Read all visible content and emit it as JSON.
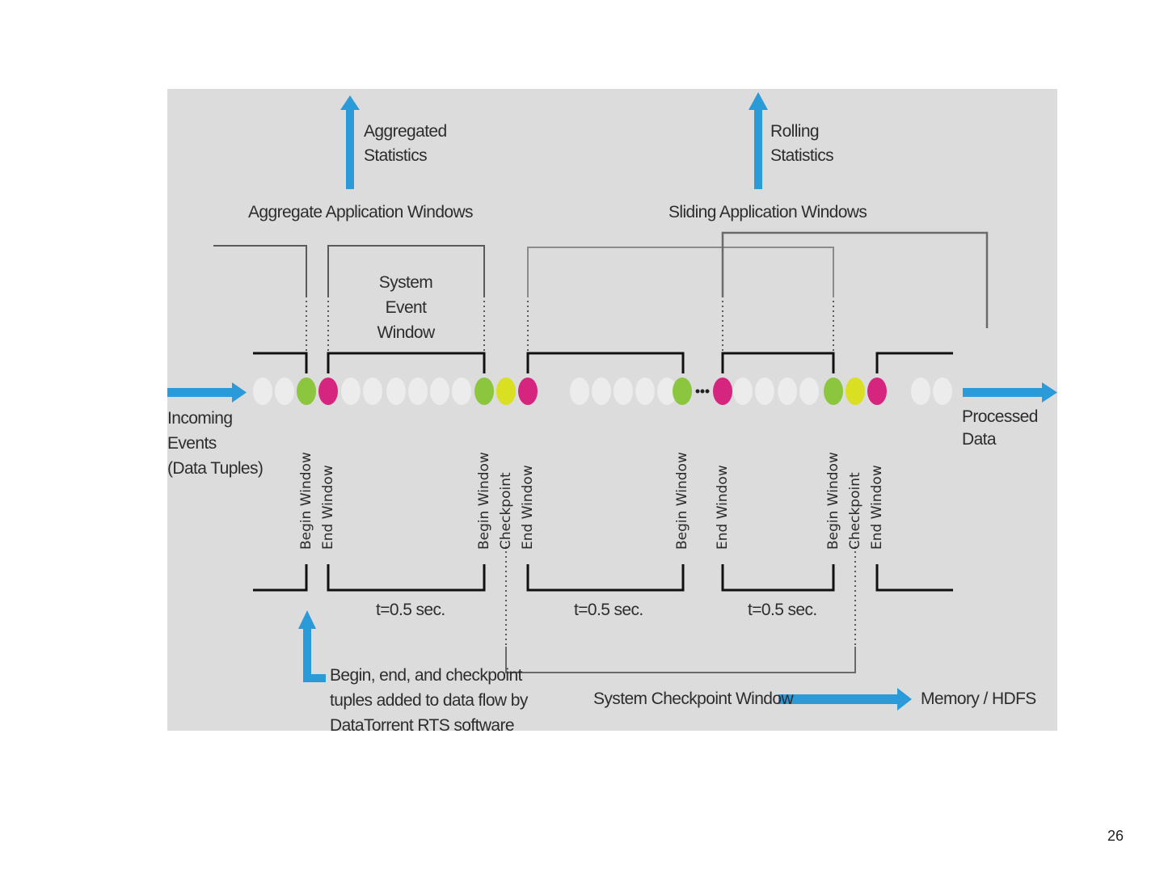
{
  "diagram": {
    "top_labels": {
      "aggregated_statistics": "Aggregated\nStatistics",
      "rolling_statistics": "Rolling\nStatistics",
      "aggregate_windows": "Aggregate Application Windows",
      "sliding_windows": "Sliding Application Windows"
    },
    "system_event_window": "System\nEvent\nWindow",
    "incoming_events": "Incoming\nEvents\n(Data Tuples)",
    "processed_data": "Processed\nData",
    "markers": [
      {
        "label": "Begin Window",
        "type": "begin",
        "color": "#8cc63f"
      },
      {
        "label": "End Window",
        "type": "end",
        "color": "#d6257e"
      },
      {
        "label": "Begin Window",
        "type": "begin",
        "color": "#8cc63f"
      },
      {
        "label": "Checkpoint",
        "type": "checkpoint",
        "color": "#d9e021"
      },
      {
        "label": "End Window",
        "type": "end",
        "color": "#d6257e"
      },
      {
        "label": "Begin Window",
        "type": "begin",
        "color": "#8cc63f"
      },
      {
        "label": "End Window",
        "type": "end",
        "color": "#d6257e"
      },
      {
        "label": "Begin Window",
        "type": "begin",
        "color": "#8cc63f"
      },
      {
        "label": "Checkpoint",
        "type": "checkpoint",
        "color": "#d9e021"
      },
      {
        "label": "End Window",
        "type": "end",
        "color": "#d6257e"
      }
    ],
    "durations": [
      "t=0.5 sec.",
      "t=0.5 sec.",
      "t=0.5 sec."
    ],
    "tuples_note": "Begin, end, and checkpoint\ntuples added to data flow by\nDataTorrent RTS software",
    "checkpoint_window": "System Checkpoint Window",
    "memory_hdfs": "Memory / HDFS",
    "colors": {
      "arrow": "#2b9ad8",
      "background": "#dcdcdc",
      "event_dot": "#ececec"
    }
  },
  "page_number": "26"
}
